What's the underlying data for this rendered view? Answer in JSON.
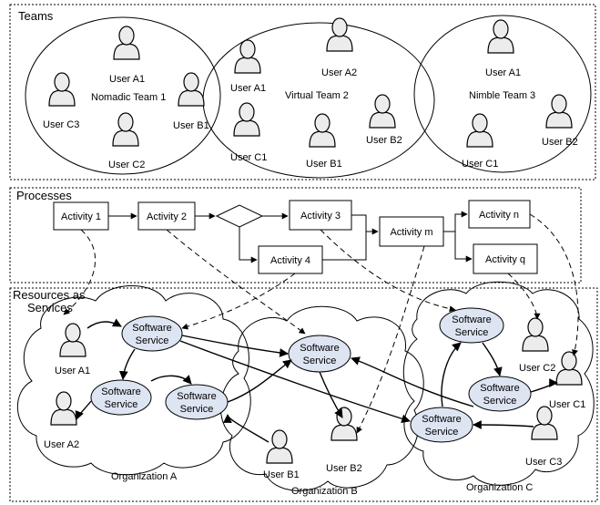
{
  "panels": {
    "teams": "Teams",
    "processes": "Processes",
    "resources_line1": "Resources as",
    "resources_line2": "Services"
  },
  "teams": {
    "nomadic": "Nomadic Team 1",
    "virtual": "Virtual Team 2",
    "nimble": "Nimble Team 3",
    "users": {
      "nomadic_a1": "User A1",
      "nomadic_c3": "User C3",
      "nomadic_b1": "User B1",
      "nomadic_c2": "User C2",
      "virtual_a1": "User A1",
      "virtual_a2": "User A2",
      "virtual_c1": "User C1",
      "virtual_b1": "User B1",
      "virtual_b2": "User B2",
      "nimble_a1": "User A1",
      "nimble_c1": "User C1",
      "nimble_b2": "User B2"
    }
  },
  "processes": {
    "activity1": "Activity 1",
    "activity2": "Activity 2",
    "activity3": "Activity 3",
    "activity4": "Activity 4",
    "activitym": "Activity m",
    "activityn": "Activity n",
    "activityq": "Activity q"
  },
  "resources": {
    "service_label_1": "Software",
    "service_label_2": "Service",
    "users": {
      "a1": "User  A1",
      "a2": "User A2",
      "b1": "User B1",
      "b2": "User B2",
      "c1": "User C1",
      "c2": "User C2",
      "c3": "User C3"
    },
    "orgs": {
      "a": "Organization A",
      "b": "Organization B",
      "c": "Organization C"
    }
  }
}
